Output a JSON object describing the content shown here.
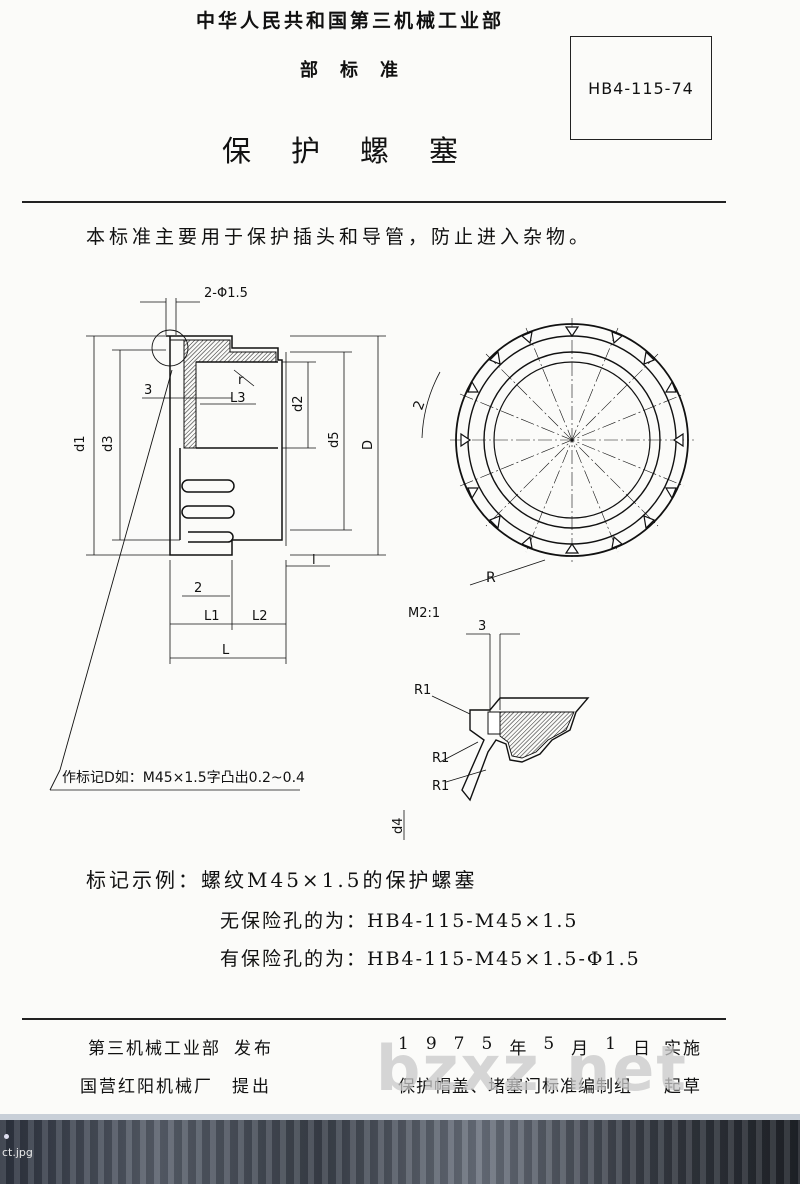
{
  "header": {
    "ministry": "中华人民共和国第三机械工业部",
    "level": "部标准",
    "title": "保护螺塞",
    "standard_code": "HB4-115-74"
  },
  "purpose": "本标准主要用于保护插头和导管，防止进入杂物。",
  "drawing": {
    "labels": {
      "hole_dim": "2-Φ1.5",
      "r": "r",
      "dim3": "3",
      "L3": "L3",
      "d1": "d1",
      "d3": "d3",
      "d2": "d2",
      "d5": "d5",
      "D": "D",
      "l": "l",
      "dim2": "2",
      "L1": "L1",
      "L2": "L2",
      "L": "L",
      "angle2": "2",
      "R": "R",
      "scale": "M2:1",
      "detail3": "3",
      "R1a": "R1",
      "R1b": "R1",
      "R1c": "R1",
      "d4": "d4",
      "marking_note": "作标记D如：M45×1.5字凸出0.2~0.4"
    }
  },
  "example": {
    "heading": "标记示例：螺纹M45×1.5的保护螺塞",
    "without_hole": "无保险孔的为：HB4-115-M45×1.5",
    "with_hole": "有保险孔的为：HB4-115-M45×1.5-Φ1.5"
  },
  "footer": {
    "issuer": "第三机械工业部",
    "issue_action": "发布",
    "proposer": "国营红阳机械厂",
    "propose_action": "提出",
    "date_chars": [
      "1",
      "9",
      "7",
      "5",
      "年",
      "5",
      "月",
      "1",
      "日"
    ],
    "implement": "实施",
    "compiler": "保护帽盖、堵塞门标准编制组",
    "draft": "起草"
  },
  "watermark": "bzxz.net",
  "file_label": "ct.jpg"
}
